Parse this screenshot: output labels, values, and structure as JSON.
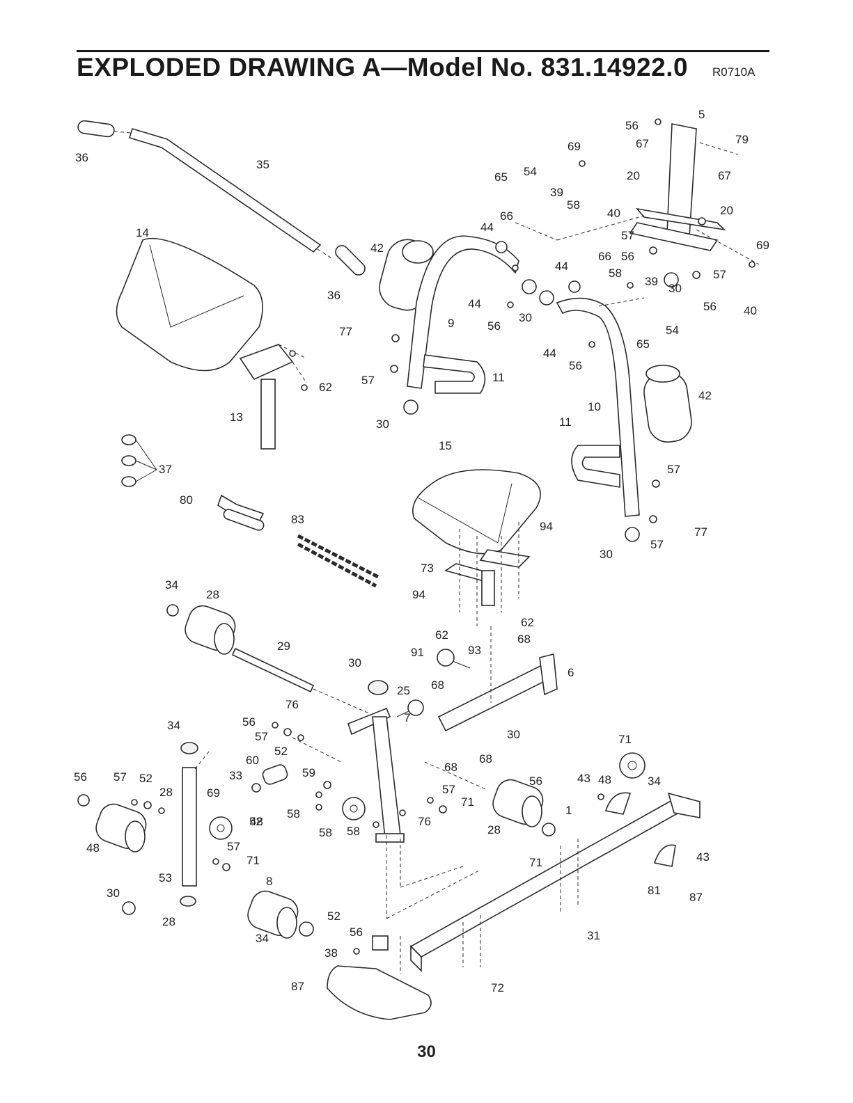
{
  "header": {
    "title": "EXPLODED DRAWING A—Model No. 831.14922.0",
    "ref_code": "R0710A"
  },
  "page_number": "30",
  "part_labels": [
    "36",
    "35",
    "36",
    "14",
    "13",
    "62",
    "37",
    "80",
    "83",
    "34",
    "28",
    "29",
    "42",
    "9",
    "44",
    "56",
    "30",
    "77",
    "57",
    "11",
    "30",
    "65",
    "54",
    "39",
    "58",
    "40",
    "66",
    "44",
    "69",
    "56",
    "5",
    "67",
    "79",
    "20",
    "67",
    "20",
    "57",
    "56",
    "69",
    "30",
    "57",
    "56",
    "40",
    "44",
    "66",
    "58",
    "39",
    "54",
    "65",
    "44",
    "56",
    "10",
    "42",
    "11",
    "57",
    "57",
    "77",
    "30",
    "15",
    "94",
    "73",
    "94",
    "62",
    "62",
    "93",
    "68",
    "6",
    "91",
    "30",
    "25",
    "68",
    "7",
    "76",
    "56",
    "57",
    "52",
    "60",
    "33",
    "69",
    "59",
    "58",
    "48",
    "58",
    "58",
    "76",
    "68",
    "68",
    "30",
    "34",
    "56",
    "57",
    "52",
    "28",
    "48",
    "52",
    "57",
    "71",
    "8",
    "53",
    "30",
    "28",
    "34",
    "52",
    "57",
    "71",
    "28",
    "56",
    "43",
    "48",
    "71",
    "34",
    "1",
    "71",
    "43",
    "81",
    "87",
    "31",
    "56",
    "38",
    "87",
    "72"
  ]
}
